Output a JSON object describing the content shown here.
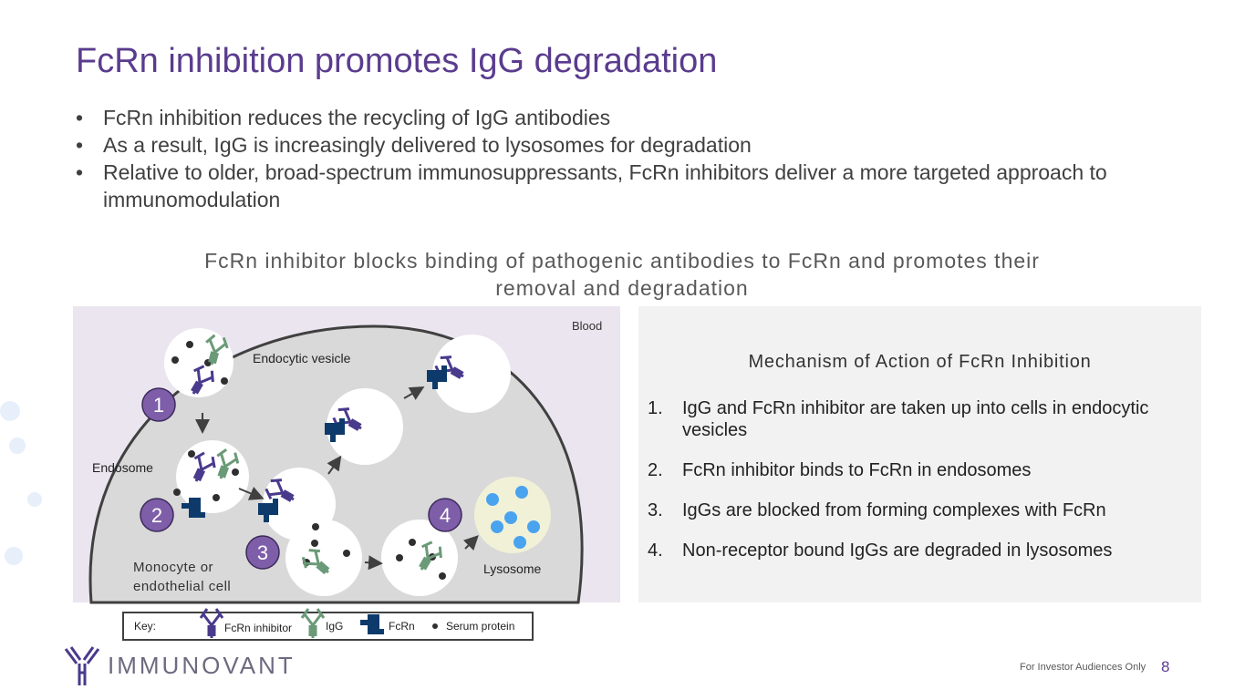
{
  "title": "FcRn inhibition promotes IgG degradation",
  "bullets": [
    "FcRn inhibition reduces the recycling of IgG antibodies",
    "As a result, IgG is increasingly delivered to lysosomes for degradation",
    "Relative to older, broad-spectrum immunosuppressants, FcRn inhibitors deliver a more targeted approach to immunomodulation"
  ],
  "subtitle": "FcRn inhibitor blocks binding of pathogenic antibodies to FcRn and promotes their removal and degradation",
  "diagram": {
    "blood": "Blood",
    "endocytic_vesicle": "Endocytic vesicle",
    "endosome": "Endosome",
    "cell": "Monocyte or",
    "cell2": "endothelial cell",
    "lysosome": "Lysosome",
    "steps": [
      "1",
      "2",
      "3",
      "4"
    ],
    "key": {
      "label": "Key:",
      "inhibitor": "FcRn inhibitor",
      "igg": "IgG",
      "fcrn": "FcRn",
      "serum": "Serum protein"
    }
  },
  "moa": {
    "title": "Mechanism of Action of FcRn Inhibition",
    "items": [
      {
        "n": "1.",
        "t": "IgG and FcRn inhibitor are taken up into cells in endocytic vesicles"
      },
      {
        "n": "2.",
        "t": "FcRn inhibitor binds to FcRn in endosomes"
      },
      {
        "n": "3.",
        "t": "IgGs are blocked from forming complexes with FcRn"
      },
      {
        "n": "4.",
        "t": "Non-receptor bound IgGs are degraded in lysosomes"
      }
    ]
  },
  "footer": {
    "note": "For Investor Audiences Only",
    "page": "8",
    "logo": "IMMUNOVANT"
  },
  "colors": {
    "title": "#5a3c8e",
    "badge": "#7e5ea8",
    "igg": "#6b9a78",
    "inhibitor": "#4a3a8c",
    "fcrn": "#0d3a6b"
  }
}
